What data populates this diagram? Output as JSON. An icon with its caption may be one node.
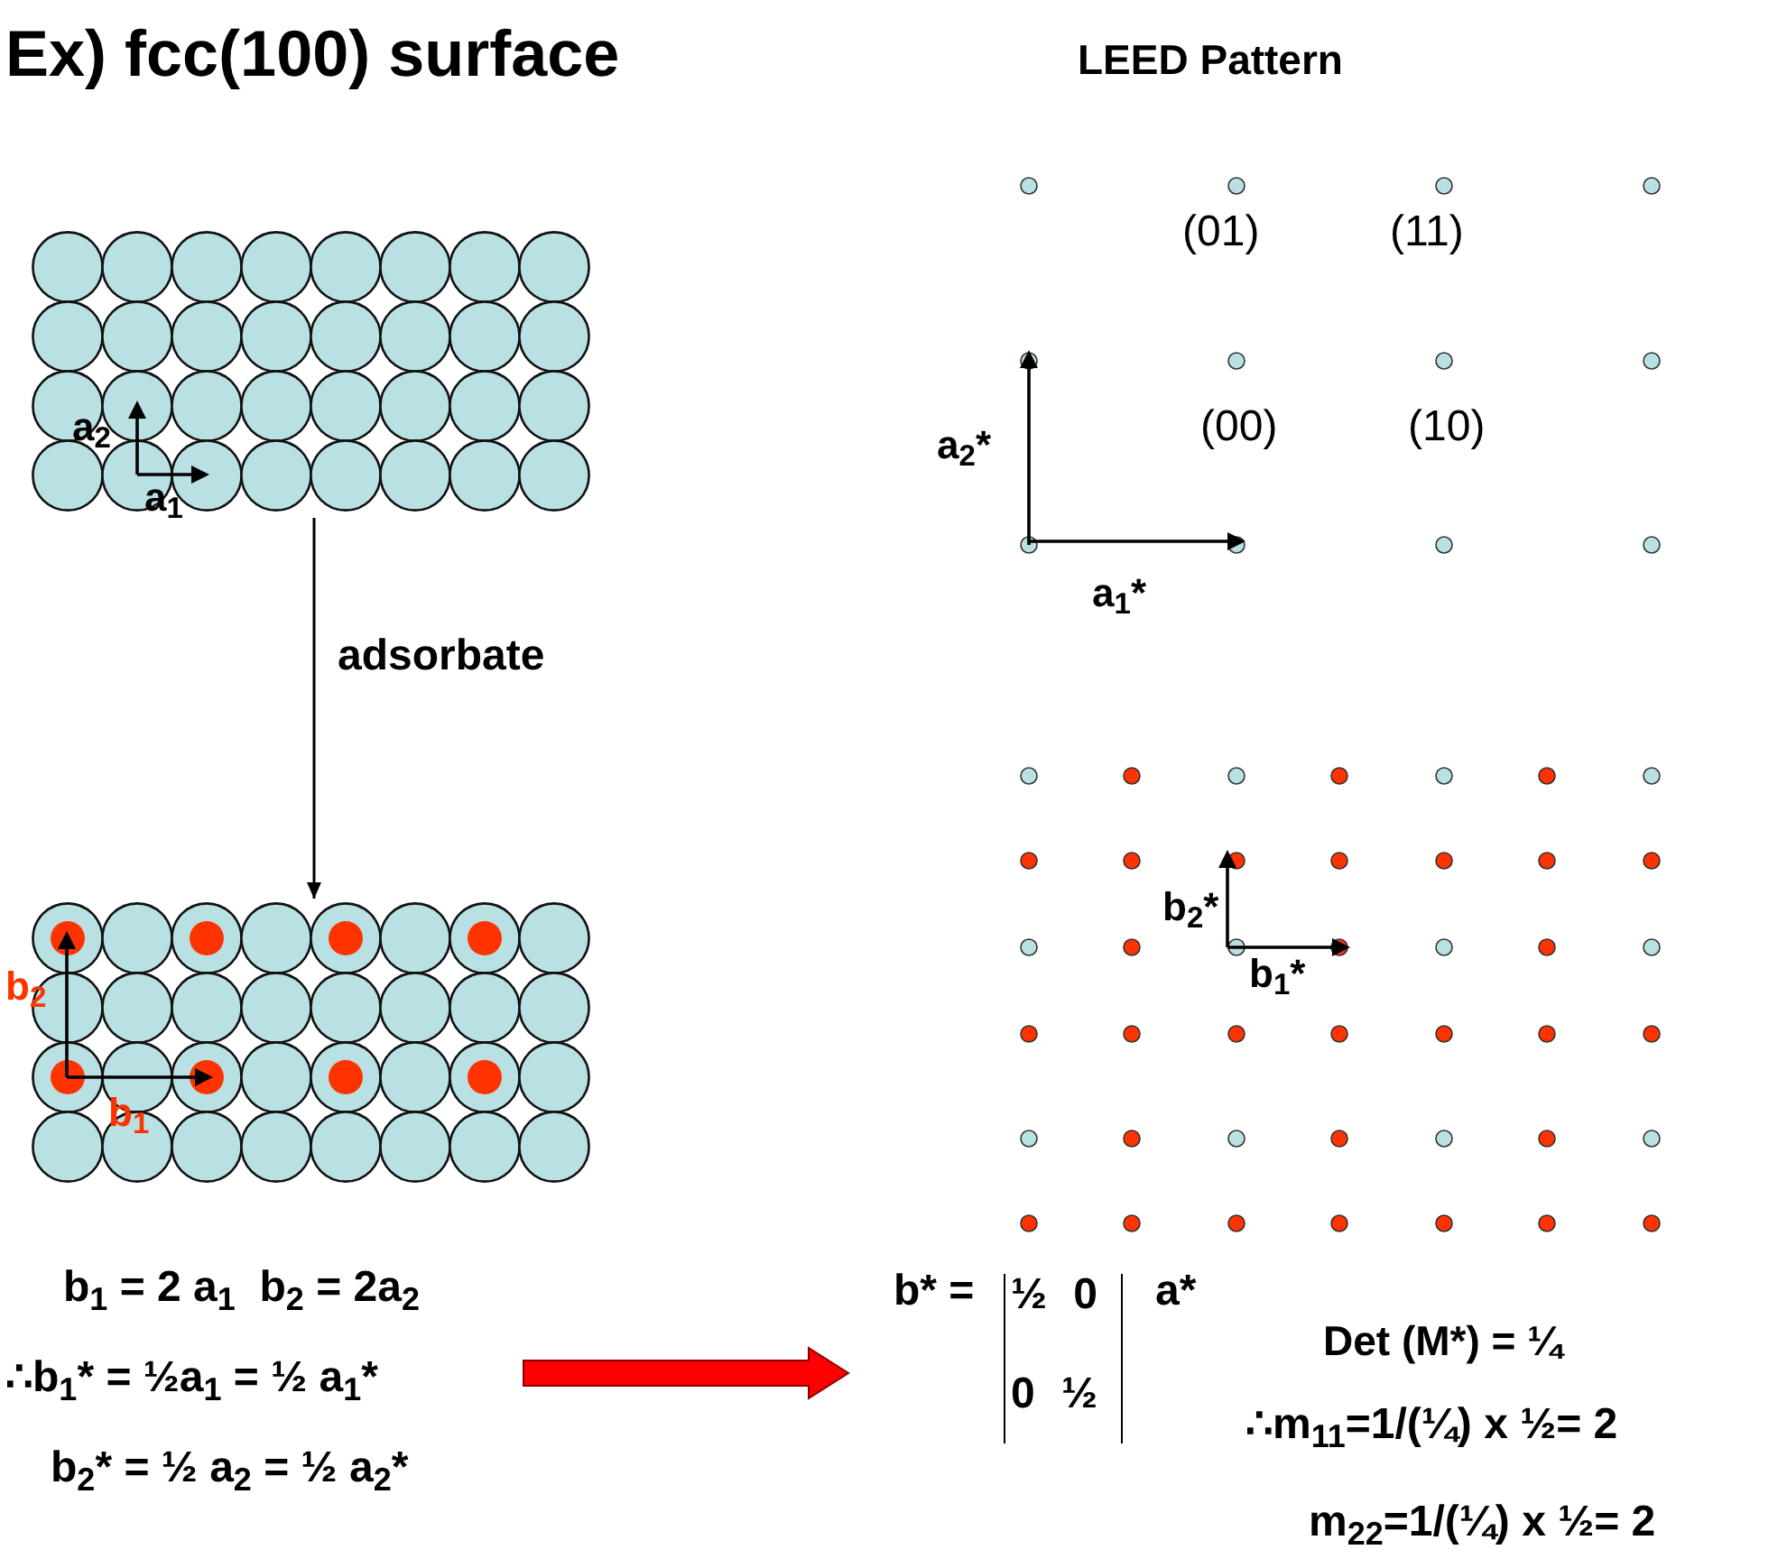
{
  "diagram": {
    "title": "Ex) fcc(100) surface",
    "nodes": [
      {
        "text": [],
        "shape": "picture"
      },
      {
        "text": [],
        "shape": "picture"
      },
      {
        "text": [
          "b$_{1}$ = 2 a$_{1}$  b$_{2}$ = 2a$_{2}$",
          "∴b$_{1}$* = ½a$_{1}$ = ½ a$_{1}$*",
          "b$_{2}$* = ½ a$_{2}$ = ½ a$_{2}$*"
        ]
      },
      {
        "text": [
          "b* =",
          "½ 0",
          "0 ½",
          "a*"
        ]
      }
    ],
    "edges": [
      {
        "from": 0,
        "to": 1,
        "arrow": "to",
        "label": "adsorbate"
      },
      {
        "from": 2,
        "to": 3,
        "arrow": "to",
        "style": "thick",
        "color": "#ff0000"
      }
    ],
    "labels": [
      "LEED Pattern",
      "a$_{2}$",
      "a$_{1}$",
      "b$_{2}$",
      "b$_{1}$",
      "(01)",
      "(11)",
      "(00)",
      "(10)",
      "a$_{2}$*",
      "a$_{1}$*",
      "b$_{2}$*",
      "b$_{1}$*",
      "Det (M*) = ¼",
      "∴m$_{11}$=1/(¼) x ½= 2",
      "m$_{22}$=1/(¼) x ½= 2"
    ]
  }
}
